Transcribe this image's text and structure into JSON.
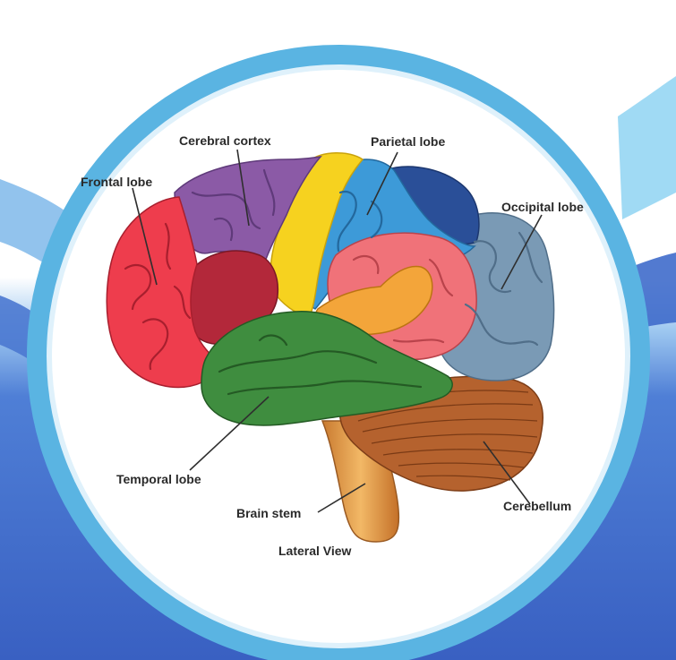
{
  "diagram": {
    "view_caption": "Lateral View",
    "labels": {
      "frontal": "Frontal lobe",
      "cortex": "Cerebral cortex",
      "parietal": "Parietal lobe",
      "occipital": "Occipital lobe",
      "temporal": "Temporal lobe",
      "brainstem": "Brain stem",
      "cerebellum": "Cerebellum"
    },
    "colors": {
      "frontal": "#ee3d4d",
      "frontal_dark": "#b3283a",
      "premotor": "#8b5aa6",
      "motor": "#f6d21f",
      "sensory": "#3d9ad8",
      "parietal_dark": "#2a4f98",
      "occipital": "#7a9ab5",
      "temporal": "#3f8d3f",
      "insula_pink": "#f07279",
      "insula_orange": "#f3a53a",
      "cerebellum": "#b5622e",
      "brainstem": "#e8a24b",
      "ring": "#5ab4e2",
      "background_band": "#3b67c9"
    }
  }
}
